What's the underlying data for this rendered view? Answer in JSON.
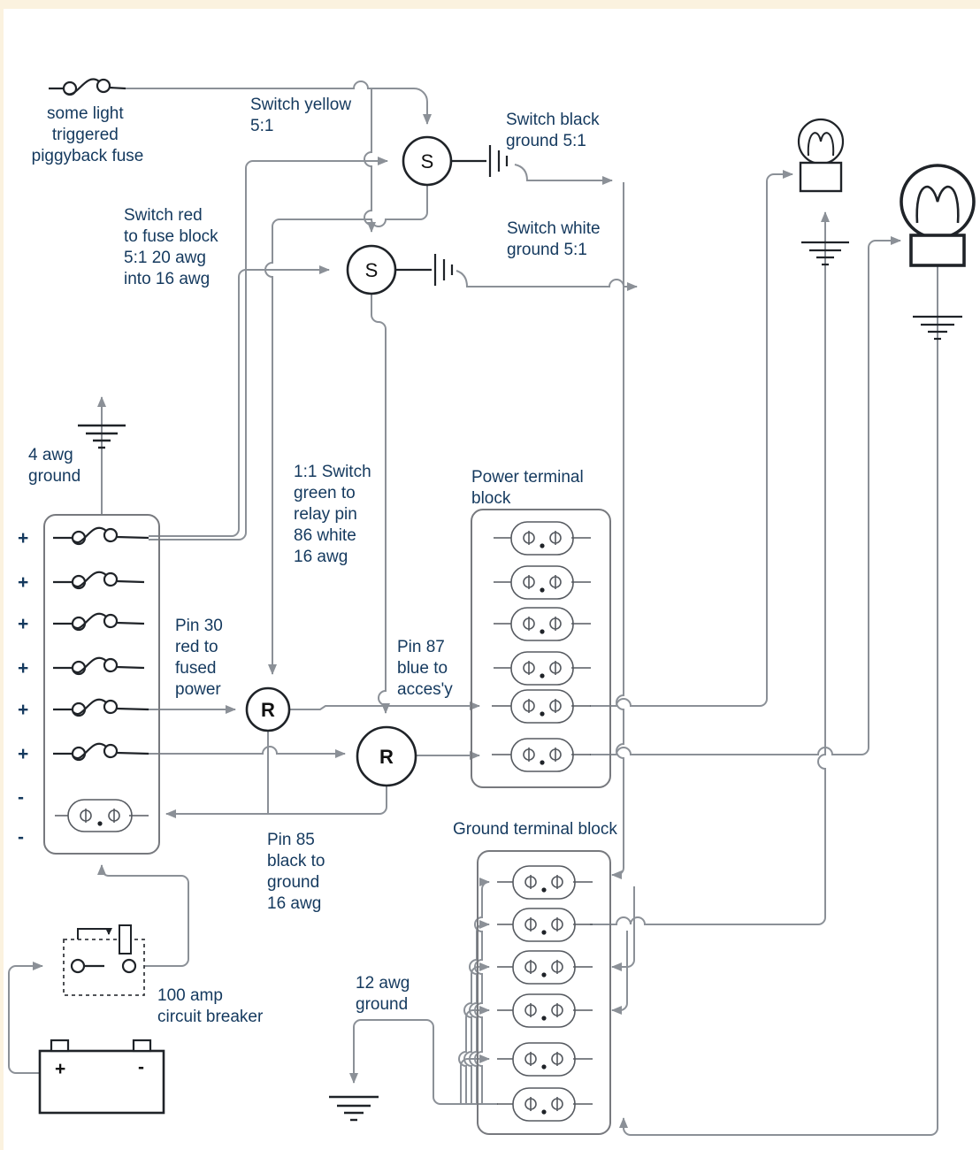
{
  "colors": {
    "page-bg": "#fbf2df",
    "canvas-bg": "#ffffff",
    "wire": "#8b9097",
    "ink": "#1f2328",
    "text": "#14395e",
    "block": "#77797e"
  },
  "labels": {
    "piggyback": {
      "lines": [
        "some light",
        "triggered",
        "piggyback fuse"
      ]
    },
    "switch_yellow": {
      "lines": [
        "Switch yellow",
        "5:1"
      ]
    },
    "switch_black": {
      "lines": [
        "Switch black",
        "ground 5:1"
      ]
    },
    "switch_red": {
      "lines": [
        "Switch red",
        "to fuse block",
        "5:1 20 awg",
        "into 16 awg"
      ]
    },
    "switch_white": {
      "lines": [
        "Switch white",
        "ground 5:1"
      ]
    },
    "awg4": {
      "lines": [
        "4 awg",
        "ground"
      ]
    },
    "switch_green": {
      "lines": [
        "1:1 Switch",
        "green to",
        "relay pin",
        "86 white",
        "16 awg"
      ]
    },
    "power_block": {
      "lines": [
        "Power terminal",
        "block"
      ]
    },
    "pin30": {
      "lines": [
        "Pin 30",
        "red to",
        "fused",
        "power"
      ]
    },
    "pin87": {
      "lines": [
        "Pin 87",
        "blue to",
        "acces'y"
      ]
    },
    "pin85": {
      "lines": [
        "Pin 85",
        "black to",
        "ground",
        "16 awg"
      ]
    },
    "ground_block": {
      "lines": [
        "Ground terminal block"
      ]
    },
    "breaker": {
      "lines": [
        "100 amp",
        "circuit breaker"
      ]
    },
    "awg12": {
      "lines": [
        "12 awg",
        "ground"
      ]
    }
  },
  "symbols": {
    "switch_letter": "S",
    "relay_letter": "R",
    "plus": "+",
    "minus": "-",
    "battery_plus": "+",
    "battery_minus": "-"
  }
}
